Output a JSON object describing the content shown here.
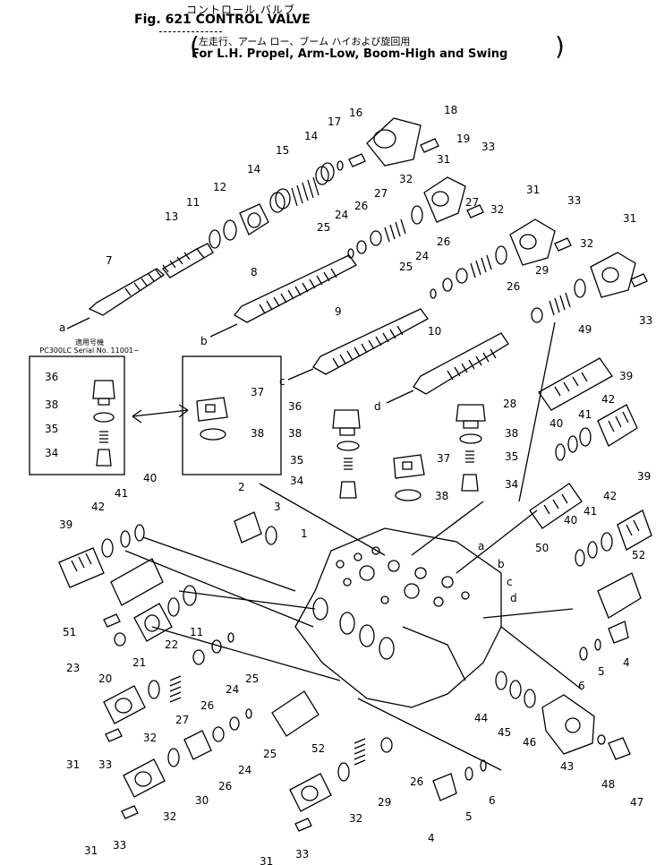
{
  "header": {
    "jp_title": "コントロール バルブ",
    "fig_title": "Fig. 621  CONTROL VALVE",
    "jp_subtitle": "左走行、アーム  ロー、ブーム  ハイおよび旋回用",
    "en_subtitle": "For L.H. Propel, Arm-Low, Boom-High and Swing"
  },
  "inset": {
    "caption_jp": "適用号機",
    "caption_en": "PC300LC Serial No. 11001~"
  },
  "callouts": [
    {
      "id": "c18a",
      "text": "18"
    },
    {
      "id": "c19",
      "text": "19"
    },
    {
      "id": "c16",
      "text": "16"
    },
    {
      "id": "c17",
      "text": "17"
    },
    {
      "id": "c14a",
      "text": "14"
    },
    {
      "id": "c15",
      "text": "15"
    },
    {
      "id": "c14b",
      "text": "14"
    },
    {
      "id": "c12",
      "text": "12"
    },
    {
      "id": "c11a",
      "text": "11"
    },
    {
      "id": "c13",
      "text": "13"
    },
    {
      "id": "c7",
      "text": "7"
    },
    {
      "id": "ca1",
      "text": "a"
    },
    {
      "id": "c31a",
      "text": "31"
    },
    {
      "id": "c33a",
      "text": "33"
    },
    {
      "id": "c32a",
      "text": "32"
    },
    {
      "id": "c27a",
      "text": "27"
    },
    {
      "id": "c26a",
      "text": "26"
    },
    {
      "id": "c24a",
      "text": "24"
    },
    {
      "id": "c25a",
      "text": "25"
    },
    {
      "id": "c8",
      "text": "8"
    },
    {
      "id": "cb1",
      "text": "b"
    },
    {
      "id": "c31b",
      "text": "31"
    },
    {
      "id": "c33b",
      "text": "33"
    },
    {
      "id": "c32b",
      "text": "32"
    },
    {
      "id": "c27b",
      "text": "27"
    },
    {
      "id": "c26b",
      "text": "26"
    },
    {
      "id": "c24b",
      "text": "24"
    },
    {
      "id": "c25b",
      "text": "25"
    },
    {
      "id": "c9",
      "text": "9"
    },
    {
      "id": "c31c",
      "text": "31"
    },
    {
      "id": "c32c",
      "text": "32"
    },
    {
      "id": "c29a",
      "text": "29"
    },
    {
      "id": "c33c",
      "text": "33"
    },
    {
      "id": "c26c",
      "text": "26"
    },
    {
      "id": "c10",
      "text": "10"
    },
    {
      "id": "cc1",
      "text": "c"
    },
    {
      "id": "cd1",
      "text": "d"
    },
    {
      "id": "c49",
      "text": "49"
    },
    {
      "id": "c39a",
      "text": "39"
    },
    {
      "id": "c42a",
      "text": "42"
    },
    {
      "id": "c41a",
      "text": "41"
    },
    {
      "id": "c40a",
      "text": "40"
    },
    {
      "id": "c28",
      "text": "28"
    },
    {
      "id": "c38a",
      "text": "38"
    },
    {
      "id": "c35a",
      "text": "35"
    },
    {
      "id": "c34a",
      "text": "34"
    },
    {
      "id": "c37a",
      "text": "37"
    },
    {
      "id": "c38b",
      "text": "38"
    },
    {
      "id": "c36a",
      "text": "36"
    },
    {
      "id": "c38c",
      "text": "38"
    },
    {
      "id": "c35b",
      "text": "35"
    },
    {
      "id": "c34b",
      "text": "34"
    },
    {
      "id": "c37b",
      "text": "37"
    },
    {
      "id": "c38d",
      "text": "38"
    },
    {
      "id": "c36b",
      "text": "36"
    },
    {
      "id": "c38e",
      "text": "38"
    },
    {
      "id": "c35c",
      "text": "35"
    },
    {
      "id": "c34c",
      "text": "34"
    },
    {
      "id": "c39b",
      "text": "39"
    },
    {
      "id": "c42b",
      "text": "42"
    },
    {
      "id": "c41b",
      "text": "41"
    },
    {
      "id": "c40b",
      "text": "40"
    },
    {
      "id": "c50",
      "text": "50"
    },
    {
      "id": "c39c",
      "text": "39"
    },
    {
      "id": "c42c",
      "text": "42"
    },
    {
      "id": "c41c",
      "text": "41"
    },
    {
      "id": "c40c",
      "text": "40"
    },
    {
      "id": "c2",
      "text": "2"
    },
    {
      "id": "c3",
      "text": "3"
    },
    {
      "id": "c1",
      "text": "1"
    },
    {
      "id": "ca2",
      "text": "a"
    },
    {
      "id": "cb2",
      "text": "b"
    },
    {
      "id": "cc2",
      "text": "c"
    },
    {
      "id": "cd2",
      "text": "d"
    },
    {
      "id": "c52a",
      "text": "52"
    },
    {
      "id": "c51",
      "text": "51"
    },
    {
      "id": "c23",
      "text": "23"
    },
    {
      "id": "c20",
      "text": "20"
    },
    {
      "id": "c21",
      "text": "21"
    },
    {
      "id": "c22",
      "text": "22"
    },
    {
      "id": "c11b",
      "text": "11"
    },
    {
      "id": "c25c",
      "text": "25"
    },
    {
      "id": "c24c",
      "text": "24"
    },
    {
      "id": "c26d",
      "text": "26"
    },
    {
      "id": "c27c",
      "text": "27"
    },
    {
      "id": "c32d",
      "text": "32"
    },
    {
      "id": "c31d",
      "text": "31"
    },
    {
      "id": "c33d",
      "text": "33"
    },
    {
      "id": "c25d",
      "text": "25"
    },
    {
      "id": "c24d",
      "text": "24"
    },
    {
      "id": "c26e",
      "text": "26"
    },
    {
      "id": "c30",
      "text": "30"
    },
    {
      "id": "c32e",
      "text": "32"
    },
    {
      "id": "c31e",
      "text": "31"
    },
    {
      "id": "c33e",
      "text": "33"
    },
    {
      "id": "c52b",
      "text": "52"
    },
    {
      "id": "c44",
      "text": "44"
    },
    {
      "id": "c45",
      "text": "45"
    },
    {
      "id": "c46",
      "text": "46"
    },
    {
      "id": "c43",
      "text": "43"
    },
    {
      "id": "c48",
      "text": "48"
    },
    {
      "id": "c47",
      "text": "47"
    },
    {
      "id": "c4a",
      "text": "4"
    },
    {
      "id": "c5a",
      "text": "5"
    },
    {
      "id": "c6a",
      "text": "6"
    },
    {
      "id": "c26f",
      "text": "26"
    },
    {
      "id": "c29b",
      "text": "29"
    },
    {
      "id": "c32f",
      "text": "32"
    },
    {
      "id": "c31f",
      "text": "31"
    },
    {
      "id": "c33f",
      "text": "33"
    },
    {
      "id": "c4b",
      "text": "4"
    },
    {
      "id": "c5b",
      "text": "5"
    },
    {
      "id": "c6b",
      "text": "6"
    }
  ]
}
